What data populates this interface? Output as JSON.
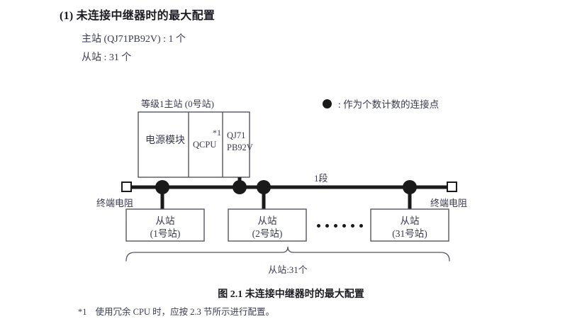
{
  "section": {
    "number": "(1)",
    "title": "未连接中继器时的最大配置",
    "line1": "主站 (QJ71PB92V) : 1 个",
    "line2": "从站 : 31 个"
  },
  "legend": {
    "marker_icon": "filled-circle-icon",
    "text": ": 作为个数计数的连接点"
  },
  "diagram": {
    "master_label": "等级1主站 (0号站)",
    "master_modules": [
      {
        "name": "电源模块"
      },
      {
        "name": "QCPU",
        "footnote_mark": "*1"
      },
      {
        "name_line1": "QJ71",
        "name_line2": "PB92V"
      }
    ],
    "segment_label": "1段",
    "terminator_left": "终端电阻",
    "terminator_right": "终端电阻",
    "slaves": [
      {
        "line1": "从站",
        "line2": "(1号站)"
      },
      {
        "line1": "从站",
        "line2": "(2号站)"
      },
      {
        "line1": "从站",
        "line2": "(31号站)"
      }
    ],
    "ellipsis_dot_count": 6,
    "brace_label": "从站:31个"
  },
  "caption": "图 2.1  未连接中继器时的最大配置",
  "footnote": {
    "mark": "*1",
    "text": "使用冗余 CPU 时，应按 2.3 节所示进行配置。"
  },
  "colors": {
    "line": "#1a1a1a",
    "box_border": "#555560",
    "text": "#3a3a52",
    "heading": "#1c1c22"
  }
}
